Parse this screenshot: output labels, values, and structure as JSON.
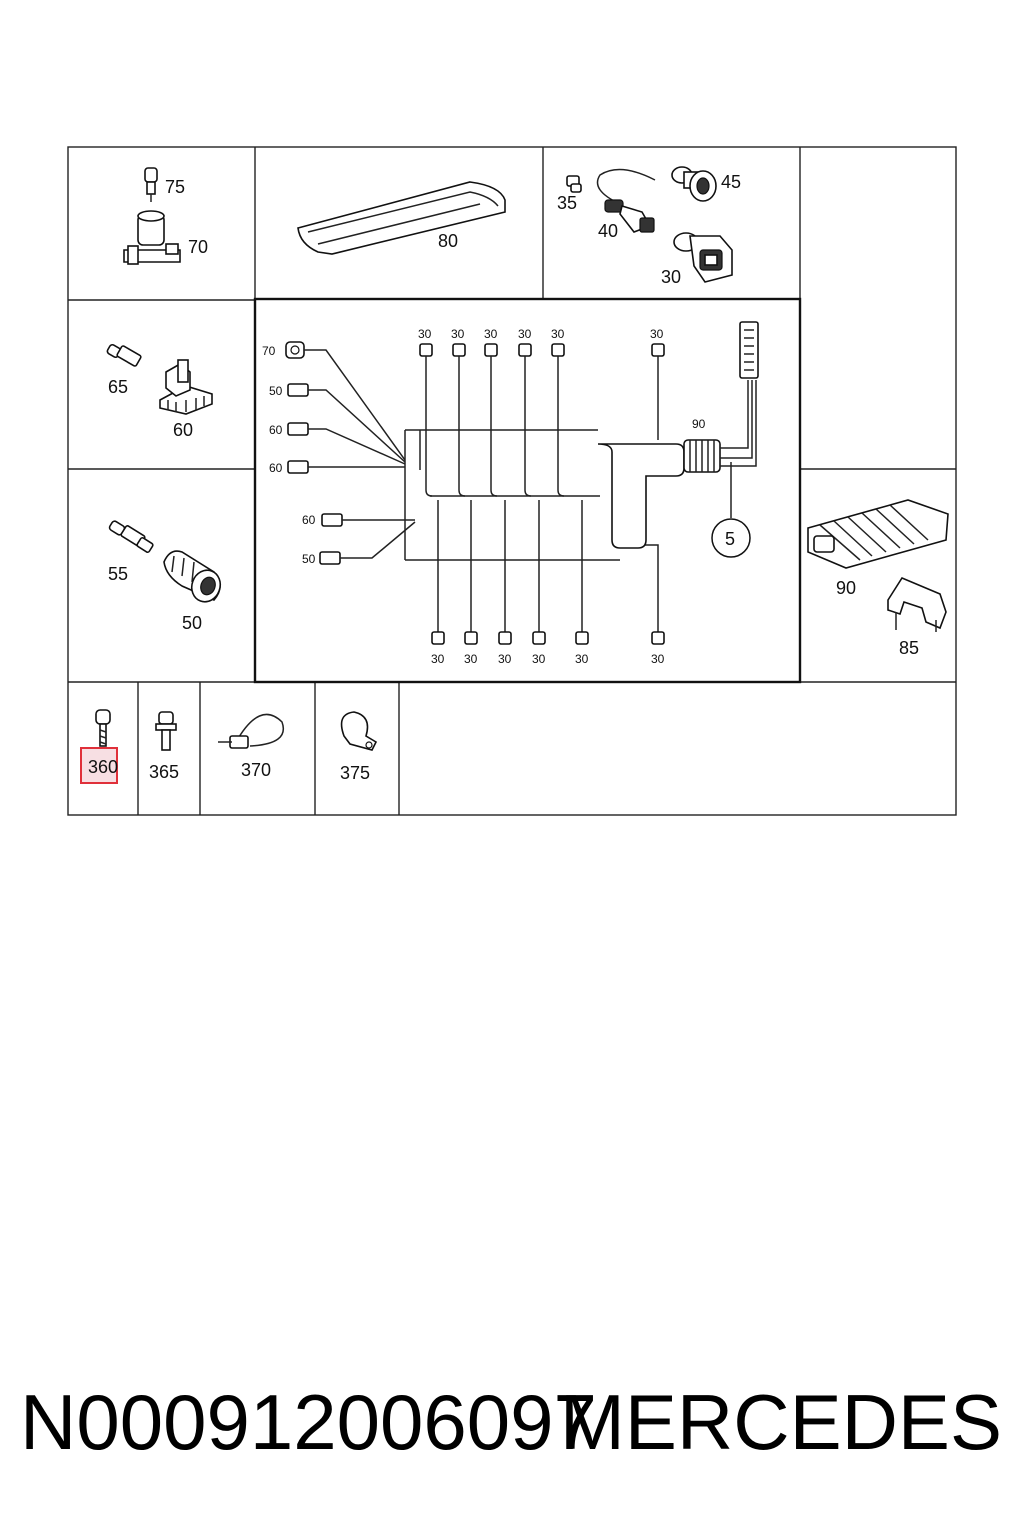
{
  "labels": {
    "l75": "75",
    "l70a": "70",
    "l80": "80",
    "l35": "35",
    "l45": "45",
    "l40": "40",
    "l30a": "30",
    "l65": "65",
    "l60a": "60",
    "l55": "55",
    "l50a": "50",
    "l90a": "90",
    "l85": "85",
    "l360": "360",
    "l365": "365",
    "l370": "370",
    "l375": "375"
  },
  "harness": {
    "left": {
      "c70": "70",
      "c50a": "50",
      "c60a": "60",
      "c60b": "60",
      "c60c": "60",
      "c50b": "50"
    },
    "top": [
      "30",
      "30",
      "30",
      "30",
      "30",
      "30"
    ],
    "bottom": [
      "30",
      "30",
      "30",
      "30",
      "30",
      "30"
    ],
    "grommet": "90",
    "callout": "5"
  },
  "footer": {
    "part_number": "N000912006097",
    "brand": "MERCEDES"
  },
  "highlight_color": "#e0303a"
}
